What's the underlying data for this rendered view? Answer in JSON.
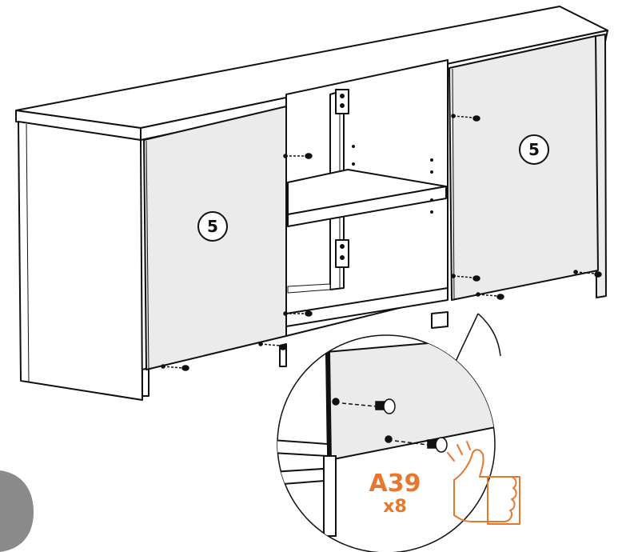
{
  "panel_labels": {
    "left_door": "5",
    "right_door": "5"
  },
  "callout": {
    "part_code": "A39",
    "quantity": "x8",
    "accent_color": "#e8772e"
  },
  "colors": {
    "line": "#111111",
    "panel_fill": "#ebebeb",
    "interior_fill": "#ffffff",
    "page_tab": "#8a8a8a"
  },
  "icons": [
    "screw-icon",
    "thumbs-up-icon",
    "magnifier-callout"
  ]
}
